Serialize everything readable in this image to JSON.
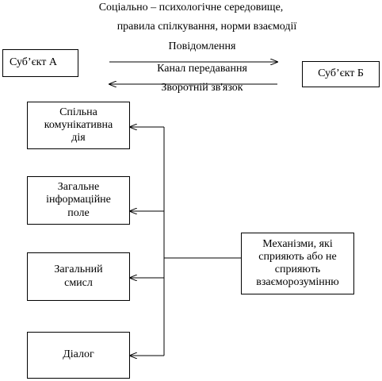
{
  "header": {
    "line1": "Соціально – психологічне середовище,",
    "line2": "правила спілкування, норми взаємодії"
  },
  "subject_a": "Суб’єкт А",
  "subject_b": "Суб’єкт Б",
  "arrows": {
    "message": "Повідомлення",
    "channel": "Канал передавання",
    "feedback": "Зворотній зв'язок"
  },
  "boxes": {
    "joint_action": [
      "Спільна",
      "комунікативна",
      "дія"
    ],
    "info_field": [
      "Загальне",
      "інформаційне",
      "поле"
    ],
    "common_meaning": [
      "Загальний",
      "смисл"
    ],
    "dialog": [
      "Діалог"
    ],
    "mechanisms": [
      "Механізми, які",
      "сприяють або не",
      "сприяють",
      "взаєморозумінню"
    ]
  }
}
